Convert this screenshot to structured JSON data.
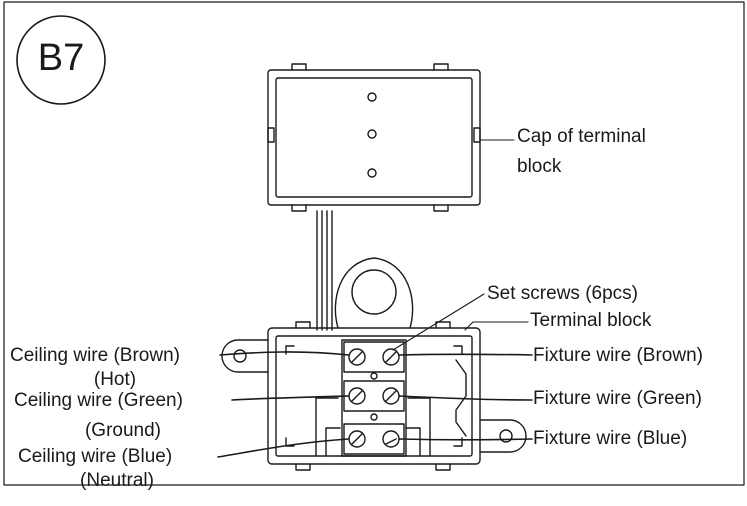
{
  "badge": "B7",
  "labels": {
    "cap": "Cap of terminal",
    "cap_line2": "block",
    "set_screws": "Set screws (6pcs)",
    "terminal_block": "Terminal block",
    "ceiling_brown": "Ceiling wire (Brown)",
    "ceiling_brown_sub": "(Hot)",
    "ceiling_green": "Ceiling wire (Green)",
    "ceiling_green_sub": "(Ground)",
    "ceiling_blue": "Ceiling wire (Blue)",
    "ceiling_blue_sub": "(Neutral)",
    "fixture_brown": "Fixture wire (Brown)",
    "fixture_green": "Fixture wire (Green)",
    "fixture_blue": "Fixture wire (Blue)"
  }
}
